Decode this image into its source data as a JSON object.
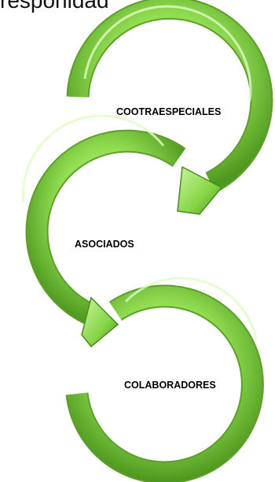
{
  "header": {
    "text_fragment": "responidad"
  },
  "diagram": {
    "nodes": [
      {
        "id": "node-1",
        "label": "COOTRAESPECIALES"
      },
      {
        "id": "node-2",
        "label": "ASOCIADOS"
      },
      {
        "id": "node-3",
        "label": "COLABORADORES"
      }
    ],
    "edges": [
      {
        "from": "node-1",
        "to": "node-2"
      },
      {
        "from": "node-2",
        "to": "node-3"
      }
    ],
    "colors": {
      "arrow_light": "#c7f49c",
      "arrow_mid": "#8fdc4f",
      "arrow_dark": "#4f9a1f",
      "arrow_outline": "#5f9e2a"
    }
  }
}
